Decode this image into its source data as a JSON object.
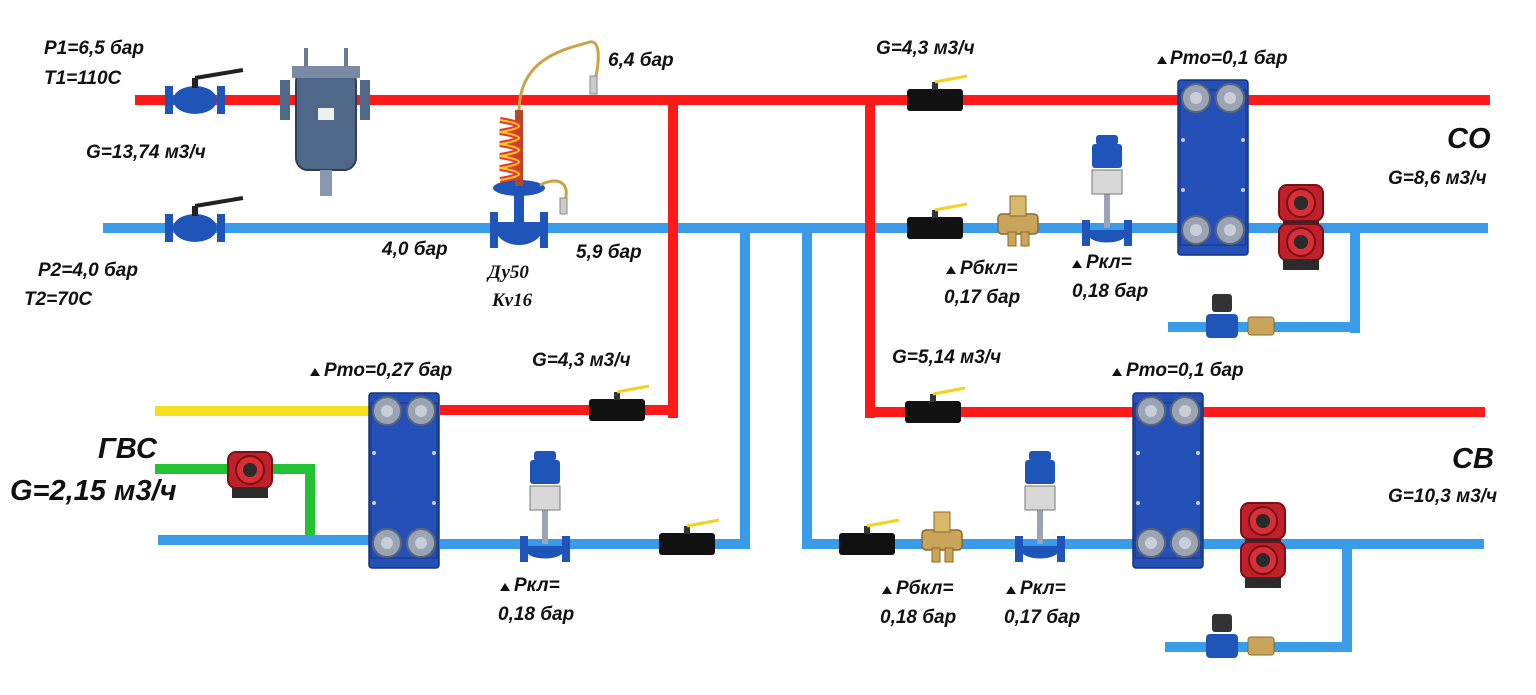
{
  "colors": {
    "supply": "#ff1a1a",
    "return": "#3a9be8",
    "dhw_hot": "#f2e021",
    "dhw_cold": "#22c233",
    "hx_plate": "#2450b8",
    "valve_blue": "#1f55b8",
    "pump_red": "#c0202a",
    "fitting_brass": "#caa45a",
    "filter_steel": "#4f6788"
  },
  "inlet": {
    "supply_pressure": "P1=6,5 бар",
    "supply_temp": "T1=110C",
    "flow": "G=13,74 м3/ч",
    "return_pressure": "P2=4,0 бар",
    "return_temp": "T2=70C"
  },
  "regulator": {
    "impulse_pressure": "6,4 бар",
    "before": "4,0 бар",
    "after": "5,9 бар",
    "dn": "Ду50",
    "kv": "Kv16"
  },
  "heating": {
    "name": "СО",
    "flow": "G=8,6 м3/ч",
    "primary_flow": "G=4,3 м3/ч",
    "hx_dp": "Pто=0,1 бар",
    "balancing_dp_label": "Pбкл=",
    "balancing_dp_value": "0,17 бар",
    "control_dp_label": "Pкл=",
    "control_dp_value": "0,18 бар"
  },
  "dhw": {
    "name": "ГВС",
    "flow": "G=2,15 м3/ч",
    "primary_flow": "G=4,3 м3/ч",
    "hx_dp": "Pто=0,27 бар",
    "control_dp_label": "Pкл=",
    "control_dp_value": "0,18 бар"
  },
  "ventilation": {
    "name": "СВ",
    "flow": "G=10,3 м3/ч",
    "primary_flow": "G=5,14 м3/ч",
    "hx_dp": "Pто=0,1 бар",
    "balancing_dp_label": "Pбкл=",
    "balancing_dp_value": "0,18 бар",
    "control_dp_label": "Pкл=",
    "control_dp_value": "0,17 бар"
  },
  "icons": [
    "ball-valve-icon",
    "strainer-filter-icon",
    "pressure-regulator-icon",
    "motorized-control-valve-icon",
    "balancing-valve-icon",
    "plate-heat-exchanger-icon",
    "circulation-pump-icon",
    "weld-ball-valve-icon",
    "pressure-gauge-icon",
    "delta-icon"
  ]
}
